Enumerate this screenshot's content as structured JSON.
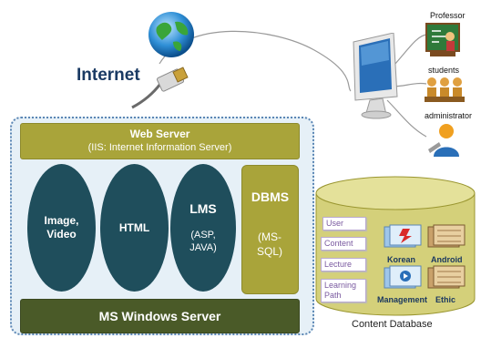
{
  "internet": {
    "label": "Internet"
  },
  "users": {
    "professor": "Professor",
    "students": "students",
    "administrator": "administrator"
  },
  "web_server": {
    "title": "Web Server",
    "subtitle": "(IIS: Internet Information Server)"
  },
  "components": {
    "image_video": "Image, Video",
    "html": "HTML",
    "lms": "LMS",
    "lms_sub": "(ASP, JAVA)",
    "dbms": "DBMS",
    "dbms_sub": "(MS-SQL)"
  },
  "os": {
    "label": "MS Windows Server"
  },
  "database": {
    "caption": "Content Database",
    "docs": [
      "User",
      "Content",
      "Lecture",
      "Learning Path"
    ],
    "books": [
      "Korean",
      "Android",
      "Management",
      "Ethic"
    ]
  },
  "colors": {
    "olive": "#a9a43a",
    "dark_teal": "#1f4e5c",
    "dark_olive": "#4a5a28",
    "panel": "#e6f0f7"
  }
}
